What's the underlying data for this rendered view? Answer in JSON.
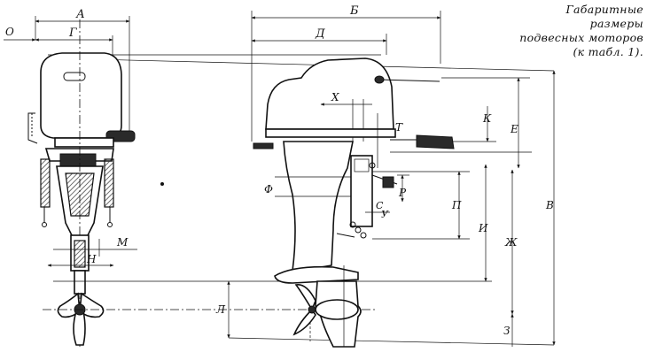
{
  "caption": {
    "lines": [
      "Габаритные",
      "размеры",
      "подвесных моторов",
      "(к табл. 1)."
    ]
  },
  "labels": {
    "A": "А",
    "O": "О",
    "G": "Г",
    "M": "М",
    "N": "Н",
    "B5": "Б",
    "D": "Д",
    "X": "Х",
    "T": "Т",
    "K": "К",
    "E": "Е",
    "V": "В",
    "F": "Ф",
    "R": "Р",
    "P": "П",
    "I": "И",
    "S": "С",
    "U": "У",
    "ZH": "Ж",
    "L": "Л",
    "Z": "З"
  }
}
